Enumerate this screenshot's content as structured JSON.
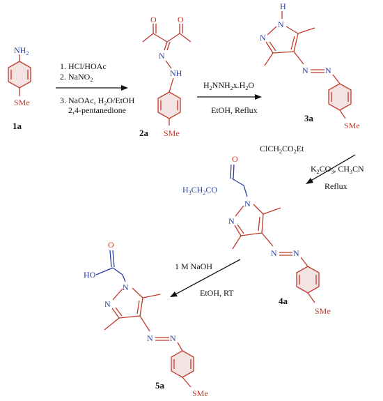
{
  "colors": {
    "bond": "#c0392b",
    "atom_n": "#2c3e9f",
    "atom_o": "#c0392b",
    "ester": "#2c3e9f",
    "text": "#111111",
    "ring_fill": "#f3e3e3"
  },
  "atoms": {
    "nh2": "NH",
    "nh2_sub": "2",
    "sme": "SMe",
    "nh": "NH",
    "n": "N",
    "h": "H",
    "o": "O",
    "ho": "HO"
  },
  "compounds": {
    "c1a": "1a",
    "c2a": "2a",
    "c3a": "3a",
    "c4a": "4a",
    "c5a": "5a"
  },
  "step1": {
    "line1": "1. HCl/HOAc",
    "line2": "2. NaNO",
    "line2_sub": "2",
    "line3a": "3. NaOAc, H",
    "line3_sub": "2",
    "line3b": "O/EtOH",
    "line4": "2,4-pentanedione"
  },
  "step2": {
    "top_a": "H",
    "top_s1": "2",
    "top_b": "NNH",
    "top_s2": "2",
    "top_c": "x.H",
    "top_s3": "2",
    "top_d": "O",
    "bottom": "EtOH, Reflux"
  },
  "step3": {
    "top_a": "ClCH",
    "top_s1": "2",
    "top_b": "CO",
    "top_s2": "2",
    "top_c": "Et",
    "mid_a": "K",
    "mid_s1": "2",
    "mid_b": "CO",
    "mid_s2": "3",
    "mid_c": ", CH",
    "mid_s3": "3",
    "mid_d": "CN",
    "bottom": "Reflux"
  },
  "step4": {
    "top": "1 M NaOH",
    "bottom": "EtOH, RT"
  },
  "ester": {
    "a": "H",
    "s1": "3",
    "b": "CH",
    "s2": "2",
    "c": "CO"
  }
}
